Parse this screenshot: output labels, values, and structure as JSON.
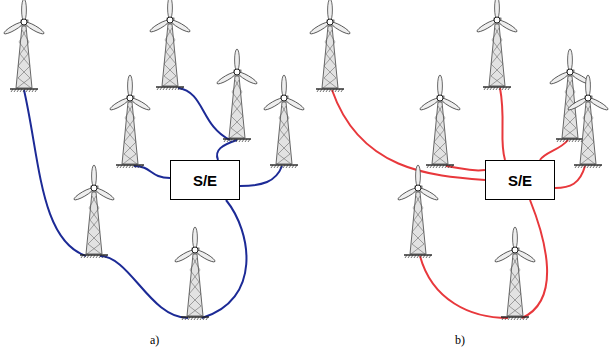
{
  "diagram": {
    "nodes": [
      {
        "text": [
          "S/E"
        ]
      },
      {
        "text": [
          "S/E"
        ]
      }
    ],
    "labels": [
      "a)",
      "b)"
    ]
  }
}
